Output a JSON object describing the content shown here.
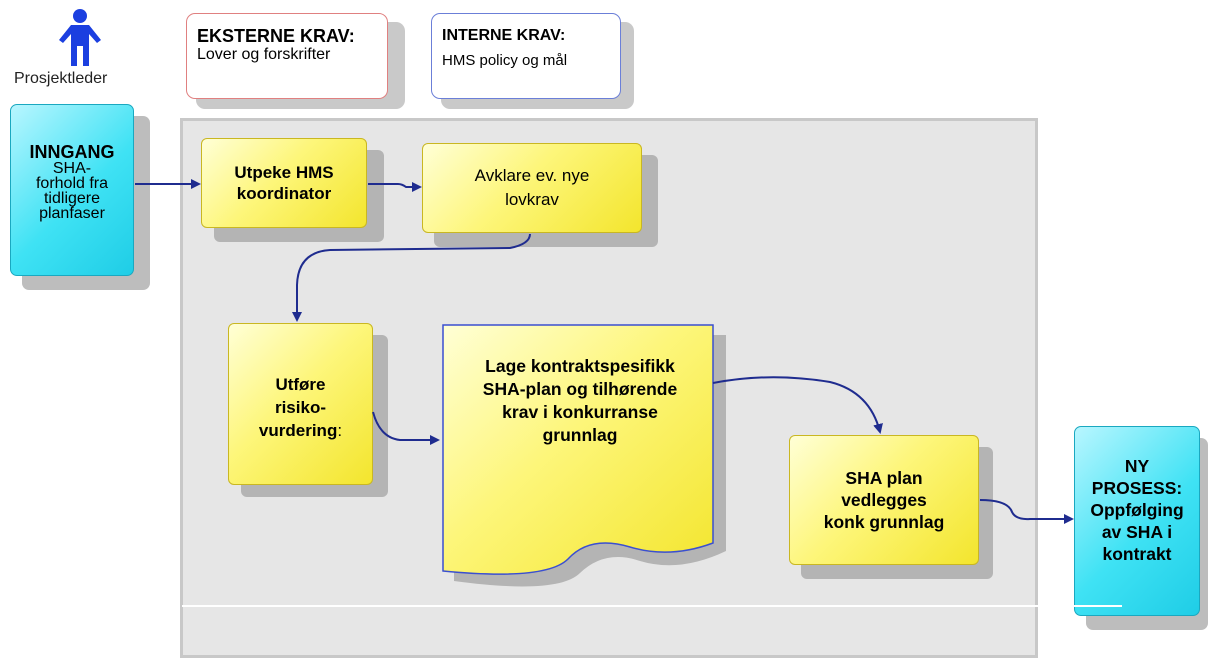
{
  "actor": {
    "label": "Prosjektleder"
  },
  "external": {
    "title": "EKSTERNE KRAV:",
    "text": "Lover og forskrifter"
  },
  "internal": {
    "title": "INTERNE KRAV:",
    "text": "HMS policy og mål"
  },
  "input": {
    "title": "INNGANG",
    "lines": [
      "SHA-",
      "forhold fra",
      "tidligere",
      "planfaser"
    ]
  },
  "steps": {
    "utpeke": [
      "Utpeke HMS",
      "koordinator"
    ],
    "avklare": [
      "Avklare ev. nye",
      "lovkrav"
    ],
    "utfore": [
      "Utføre",
      "risiko-",
      "vurdering",
      ":"
    ],
    "lage": [
      "Lage kontraktspesifikk",
      "SHA-plan og tilhørende",
      "krav i konkurranse",
      "grunnlag"
    ],
    "shaplan": [
      "SHA plan",
      "vedlegges",
      "konk grunnlag"
    ]
  },
  "output": {
    "lines": [
      "NY",
      "PROSESS:",
      "Oppfølging",
      "av SHA i",
      "kontrakt"
    ]
  },
  "colors": {
    "cyan": "#3fe2f4",
    "yellow": "#fdf67a",
    "connector": "#1f2c8f",
    "area": "#e6e6e6"
  }
}
